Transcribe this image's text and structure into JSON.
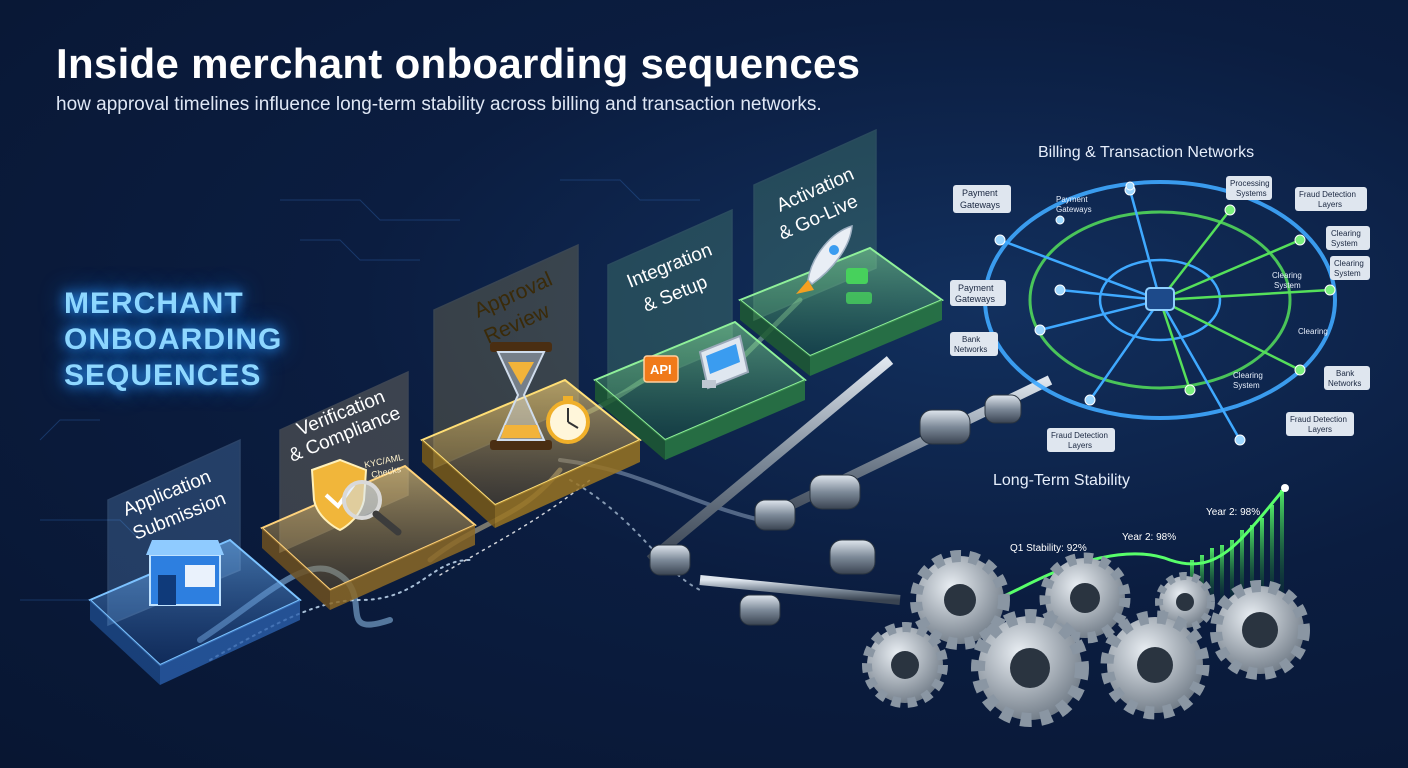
{
  "header": {
    "title": "Inside merchant onboarding sequences",
    "subtitle": "how approval timelines influence long-term stability across billing and transaction networks."
  },
  "side_title": [
    "MERCHANT",
    "ONBOARDING",
    "SEQUENCES"
  ],
  "steps": [
    {
      "label_lines": [
        "Application",
        "Submission"
      ],
      "color": "#4aa3ff"
    },
    {
      "label_lines": [
        "Verification",
        "& Compliance"
      ],
      "color": "#f0b24a",
      "note_lines": [
        "KYC/AML",
        "Checks"
      ]
    },
    {
      "label_lines": [
        "Approval",
        "Review"
      ],
      "color": "#f5c542"
    },
    {
      "label_lines": [
        "Integration",
        "& Setup"
      ],
      "color": "#5fd46a",
      "api_label": "API"
    },
    {
      "label_lines": [
        "Activation",
        "& Go-Live"
      ],
      "color": "#4fd07c"
    }
  ],
  "network": {
    "title": "Billing & Transaction Networks",
    "nodes": [
      {
        "lines": [
          "Payment",
          "Gateways"
        ]
      },
      {
        "lines": [
          "Payment",
          "Gateways"
        ]
      },
      {
        "lines": [
          "Processing",
          "Systems"
        ]
      },
      {
        "lines": [
          "Fraud Detection",
          "Layers"
        ]
      },
      {
        "lines": [
          "Clearing",
          "System"
        ]
      },
      {
        "lines": [
          "Clearing",
          "System"
        ]
      },
      {
        "lines": [
          "Payment",
          "Gateways"
        ]
      },
      {
        "lines": [
          "Clearing",
          "System"
        ]
      },
      {
        "lines": [
          "Bank",
          "Networks"
        ]
      },
      {
        "lines": [
          "Clearing"
        ]
      },
      {
        "lines": [
          "Clearing",
          "System"
        ]
      },
      {
        "lines": [
          "Bank",
          "Networks"
        ]
      },
      {
        "lines": [
          "Fraud Detection",
          "Layers"
        ]
      },
      {
        "lines": [
          "Fraud Detection",
          "Layers"
        ]
      }
    ]
  },
  "stability": {
    "title": "Long-Term Stability",
    "annotations": [
      "Q1 Stability: 92%",
      "Year 2: 98%",
      "Year 2: 98%"
    ]
  },
  "colors": {
    "accent_blue": "#3fa9ff",
    "accent_green": "#55e05a",
    "gold": "#f5c542"
  }
}
